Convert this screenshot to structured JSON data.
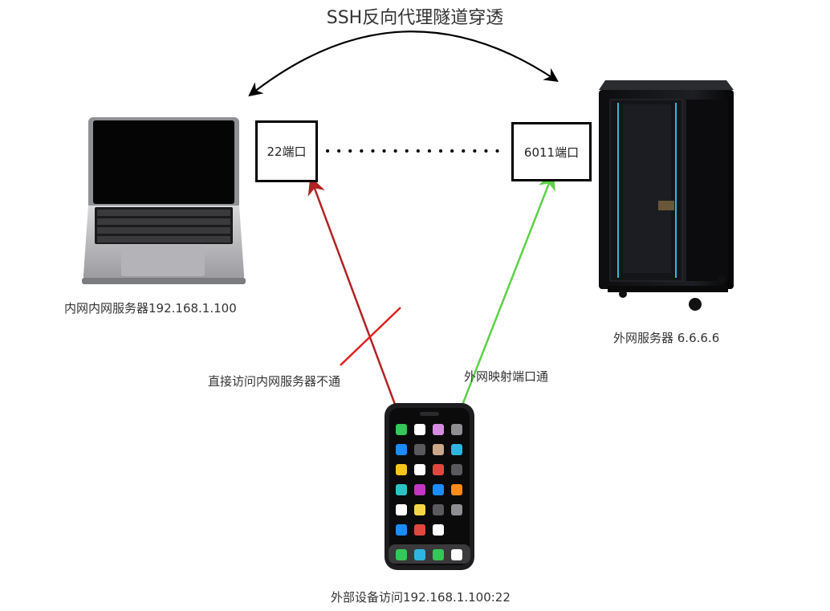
{
  "title": "SSH反向代理隧道穿透",
  "nodes": {
    "internal_server": {
      "label": "内网内网服务器192.168.1.100",
      "icon": "laptop-icon"
    },
    "external_server": {
      "label": "外网服务器 6.6.6.6",
      "icon": "server-rack-icon"
    },
    "external_device": {
      "label": "外部设备访问192.168.1.100:22",
      "icon": "phone-icon"
    }
  },
  "ports": {
    "internal_port": "22端口",
    "external_port": "6011端口"
  },
  "edges": {
    "direct_access": {
      "label": "直接访问内网服务器不通",
      "color": "#b22222",
      "status": "blocked"
    },
    "mapped_access": {
      "label": "外网映射端口通",
      "color": "#5bd046",
      "status": "ok"
    },
    "tunnel": {
      "color": "#000000",
      "style": "bidirectional-arc"
    },
    "port_link": {
      "color": "#000000",
      "style": "dotted"
    }
  }
}
